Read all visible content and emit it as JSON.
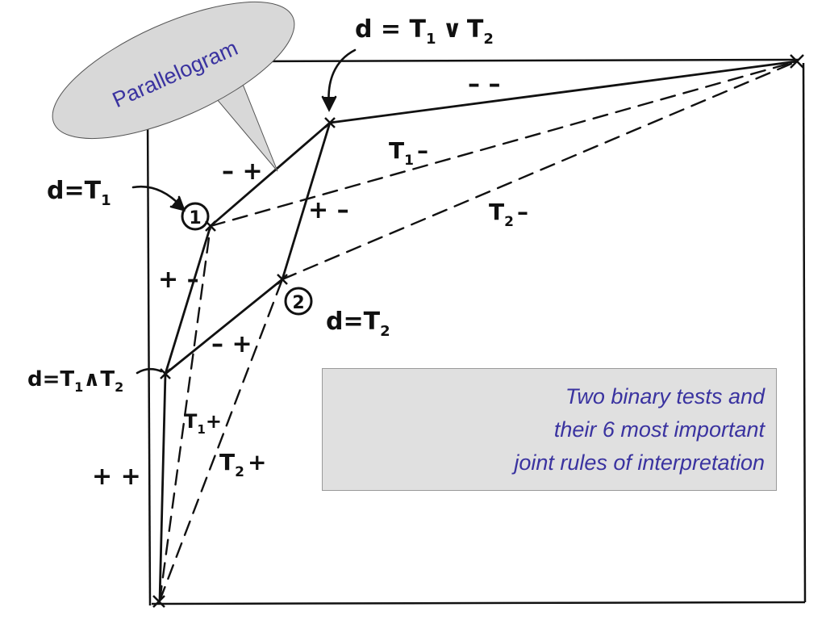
{
  "callout": {
    "text": "Parallelogram"
  },
  "labels": {
    "top_rule": "d = T",
    "top_rule_sub1": "1",
    "top_rule_or": "∨",
    "top_rule_t2": "T",
    "top_rule_sub2": "2",
    "rule_t1": "d=T",
    "rule_t1_sub": "1",
    "rule_t2": "d=T",
    "rule_t2_sub": "2",
    "rule_and": "d=T",
    "rule_and_sub1": "1",
    "rule_and_op": "∧",
    "rule_and_t2": "T",
    "rule_and_sub2": "2",
    "marker_1": "1",
    "marker_2": "2",
    "sign_mm": "– –",
    "sign_mp": "– +",
    "sign_pm_mid": "+ –",
    "sign_pm_left": "+ –",
    "sign_mp_low": "– +",
    "sign_pp": "+ +",
    "t1_minus": "T",
    "t1_minus_sub": "1",
    "t1_minus_sign": "–",
    "t2_minus": "T",
    "t2_minus_sub": "2",
    "t2_minus_sign": "–",
    "t1_plus": "T",
    "t1_plus_sub": "1",
    "t1_plus_sign": "+",
    "t2_plus": "T",
    "t2_plus_sub": "2",
    "t2_plus_sign": "+"
  },
  "caption": {
    "line1": "Two binary tests and",
    "line2": "their 6 most important",
    "line3": "joint rules of interpretation"
  },
  "colors": {
    "callout_fill": "#d8d8d8",
    "callout_text": "#3a33a0",
    "caption_text": "#3a33a0",
    "caption_bg": "#e0e0e0",
    "ink": "#111111"
  }
}
